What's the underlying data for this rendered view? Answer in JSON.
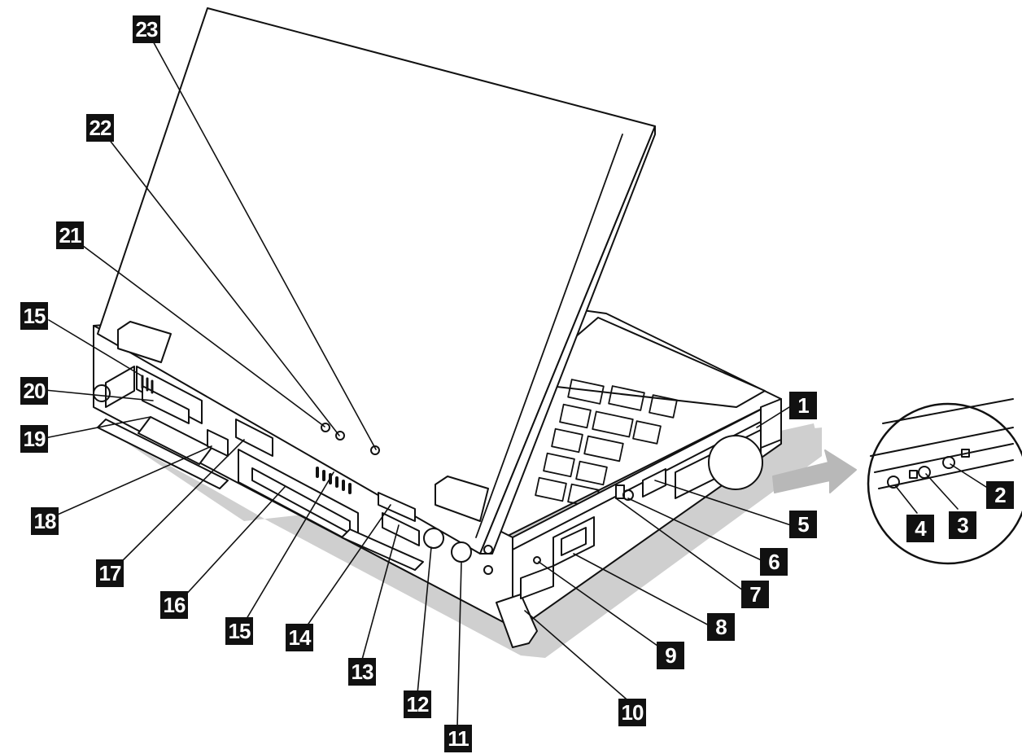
{
  "figure": {
    "colors": {
      "ink": "#111111",
      "paper": "#ffffff",
      "shadow": "#cfcfcf"
    },
    "callouts": [
      {
        "id": "c1",
        "label": "1"
      },
      {
        "id": "c2",
        "label": "2"
      },
      {
        "id": "c3",
        "label": "3"
      },
      {
        "id": "c4",
        "label": "4"
      },
      {
        "id": "c5",
        "label": "5"
      },
      {
        "id": "c6",
        "label": "6"
      },
      {
        "id": "c7",
        "label": "7"
      },
      {
        "id": "c8",
        "label": "8"
      },
      {
        "id": "c9",
        "label": "9"
      },
      {
        "id": "c10",
        "label": "10"
      },
      {
        "id": "c11",
        "label": "11"
      },
      {
        "id": "c12",
        "label": "12"
      },
      {
        "id": "c13",
        "label": "13"
      },
      {
        "id": "c14",
        "label": "14"
      },
      {
        "id": "c15a",
        "label": "15"
      },
      {
        "id": "c15b",
        "label": "15"
      },
      {
        "id": "c16",
        "label": "16"
      },
      {
        "id": "c17",
        "label": "17"
      },
      {
        "id": "c18",
        "label": "18"
      },
      {
        "id": "c19",
        "label": "19"
      },
      {
        "id": "c20",
        "label": "20"
      },
      {
        "id": "c21",
        "label": "21"
      },
      {
        "id": "c22",
        "label": "22"
      },
      {
        "id": "c23",
        "label": "23"
      }
    ]
  }
}
